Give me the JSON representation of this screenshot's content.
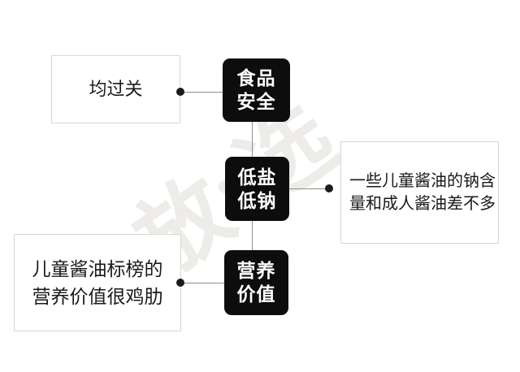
{
  "diagram": {
    "title_hint": "children soy sauce evaluation flow diagram",
    "nodes": [
      {
        "id": "food-safety",
        "line1": "食品",
        "line2": "安全",
        "full": "食品安全"
      },
      {
        "id": "low-salt-sodium",
        "line1": "低盐",
        "line2": "低钠",
        "full": "低盐低钠"
      },
      {
        "id": "nutrition-value",
        "line1": "营养",
        "line2": "价值",
        "full": "营养价值"
      }
    ],
    "notes": [
      {
        "id": "verdict-pass",
        "text": "均过关"
      },
      {
        "id": "verdict-sodium",
        "line1": "一些儿童酱油的钠含",
        "line2": "量和成人酱油差不多",
        "full": "一些儿童酱油的钠含量和成人酱油差不多"
      },
      {
        "id": "verdict-nutrition",
        "line1": "儿童酱油标榜的",
        "line2": "营养价值很鸡肋",
        "full": "儿童酱油标榜的营养价值很鸡肋"
      }
    ],
    "watermark": {
      "left_char": "放",
      "heart": "♥",
      "right_char": "选"
    },
    "colors": {
      "background": "#ffffff",
      "node_bg": "#0d0d0d",
      "node_text": "#ffffff",
      "note_border": "#d6d6d6",
      "note_text": "#1a1a1a",
      "connector_line": "#8f8f8f",
      "connector_dot": "#1f1a17",
      "watermark": "#eeece8"
    }
  }
}
